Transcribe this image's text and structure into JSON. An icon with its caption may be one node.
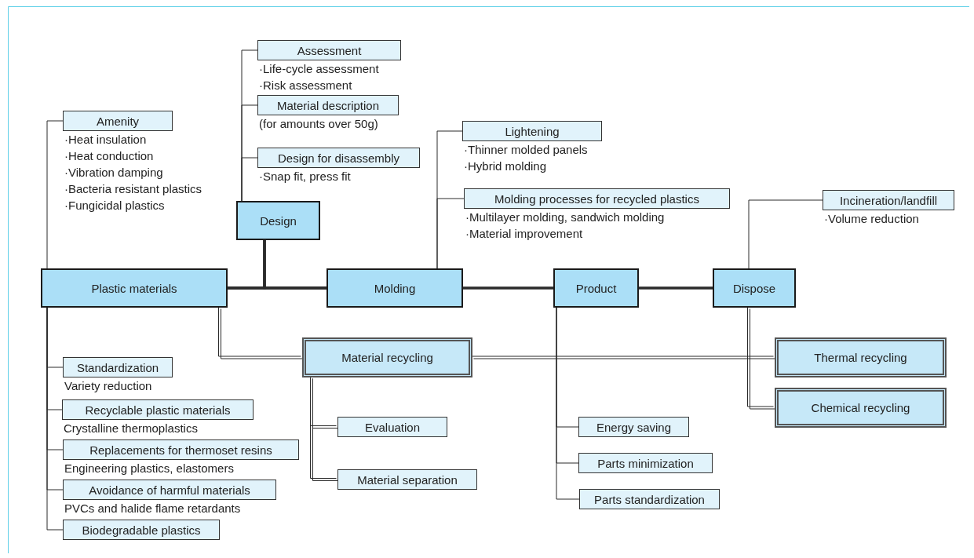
{
  "diagram": {
    "nodes": [
      {
        "text": [
          "Assessment"
        ],
        "beside": [
          "·Life-cycle assessment",
          "·Risk assessment"
        ]
      },
      {
        "text": [
          "Material description"
        ],
        "beside": [
          "(for amounts over 50g)"
        ]
      },
      {
        "text": [
          "Design for disassembly"
        ],
        "beside": [
          "·Snap fit, press fit"
        ]
      },
      {
        "text": [
          "Amenity"
        ],
        "beside": [
          "·Heat insulation",
          "·Heat conduction",
          "·Vibration damping",
          "·Bacteria resistant plastics",
          "·Fungicidal plastics"
        ]
      },
      {
        "text": [
          "Lightening"
        ],
        "beside": [
          "·Thinner molded panels",
          "·Hybrid molding"
        ]
      },
      {
        "text": [
          "Molding processes for recycled plastics"
        ],
        "beside": [
          "·Multilayer molding, sandwich molding",
          "·Material improvement"
        ]
      },
      {
        "text": [
          "Incineration/landfill"
        ],
        "beside": [
          "·Volume reduction"
        ]
      },
      {
        "text": [
          "Design"
        ]
      },
      {
        "text": [
          "Plastic materials"
        ]
      },
      {
        "text": [
          "Molding"
        ]
      },
      {
        "text": [
          "Product"
        ]
      },
      {
        "text": [
          "Dispose"
        ]
      },
      {
        "text": [
          "Material recycling"
        ]
      },
      {
        "text": [
          "Thermal recycling"
        ]
      },
      {
        "text": [
          "Standardization"
        ],
        "beside": [
          "Variety reduction"
        ]
      },
      {
        "text": [
          "Recyclable plastic materials"
        ],
        "beside": [
          "Crystalline thermoplastics"
        ]
      },
      {
        "text": [
          "Replacements for thermoset resins"
        ],
        "beside": [
          "Engineering plastics, elastomers"
        ]
      },
      {
        "text": [
          "Avoidance of harmful materials"
        ],
        "beside": [
          "PVCs and halide flame retardants"
        ]
      },
      {
        "text": [
          "Evaluation"
        ]
      },
      {
        "text": [
          "Energy saving"
        ]
      },
      {
        "text": [
          "Chemical recycling"
        ]
      },
      {
        "text": [
          "Parts minimization"
        ]
      },
      {
        "text": [
          "Material separation"
        ]
      },
      {
        "text": [
          "Parts standardization"
        ]
      },
      {
        "text": [
          "Biodegradable plastics"
        ]
      }
    ],
    "edges": [
      {
        "from": 7,
        "to": 0,
        "arrow": "none"
      },
      {
        "from": 7,
        "to": 1,
        "arrow": "none"
      },
      {
        "from": 7,
        "to": 2,
        "arrow": "none"
      },
      {
        "from": 8,
        "to": 3,
        "arrow": "none"
      },
      {
        "from": 7,
        "to": 8,
        "arrow": "none",
        "style": "thick"
      },
      {
        "from": 7,
        "to": 9,
        "arrow": "none",
        "style": "thick"
      },
      {
        "from": 8,
        "to": 9,
        "arrow": "none",
        "style": "thick"
      },
      {
        "from": 9,
        "to": 4,
        "arrow": "none"
      },
      {
        "from": 9,
        "to": 5,
        "arrow": "none"
      },
      {
        "from": 9,
        "to": 10,
        "arrow": "none",
        "style": "thick"
      },
      {
        "from": 10,
        "to": 11,
        "arrow": "none",
        "style": "thick"
      },
      {
        "from": 11,
        "to": 6,
        "arrow": "none"
      },
      {
        "from": 8,
        "to": 12,
        "arrow": "none"
      },
      {
        "from": 12,
        "to": 13,
        "arrow": "none"
      },
      {
        "from": 11,
        "to": 20,
        "arrow": "none"
      },
      {
        "from": 8,
        "to": 14,
        "arrow": "none"
      },
      {
        "from": 8,
        "to": 15,
        "arrow": "none"
      },
      {
        "from": 8,
        "to": 16,
        "arrow": "none"
      },
      {
        "from": 8,
        "to": 17,
        "arrow": "none"
      },
      {
        "from": 8,
        "to": 24,
        "arrow": "none"
      },
      {
        "from": 12,
        "to": 18,
        "arrow": "none"
      },
      {
        "from": 12,
        "to": 22,
        "arrow": "none"
      },
      {
        "from": 10,
        "to": 19,
        "arrow": "none"
      },
      {
        "from": 10,
        "to": 21,
        "arrow": "none"
      },
      {
        "from": 10,
        "to": 23,
        "arrow": "none"
      }
    ]
  }
}
